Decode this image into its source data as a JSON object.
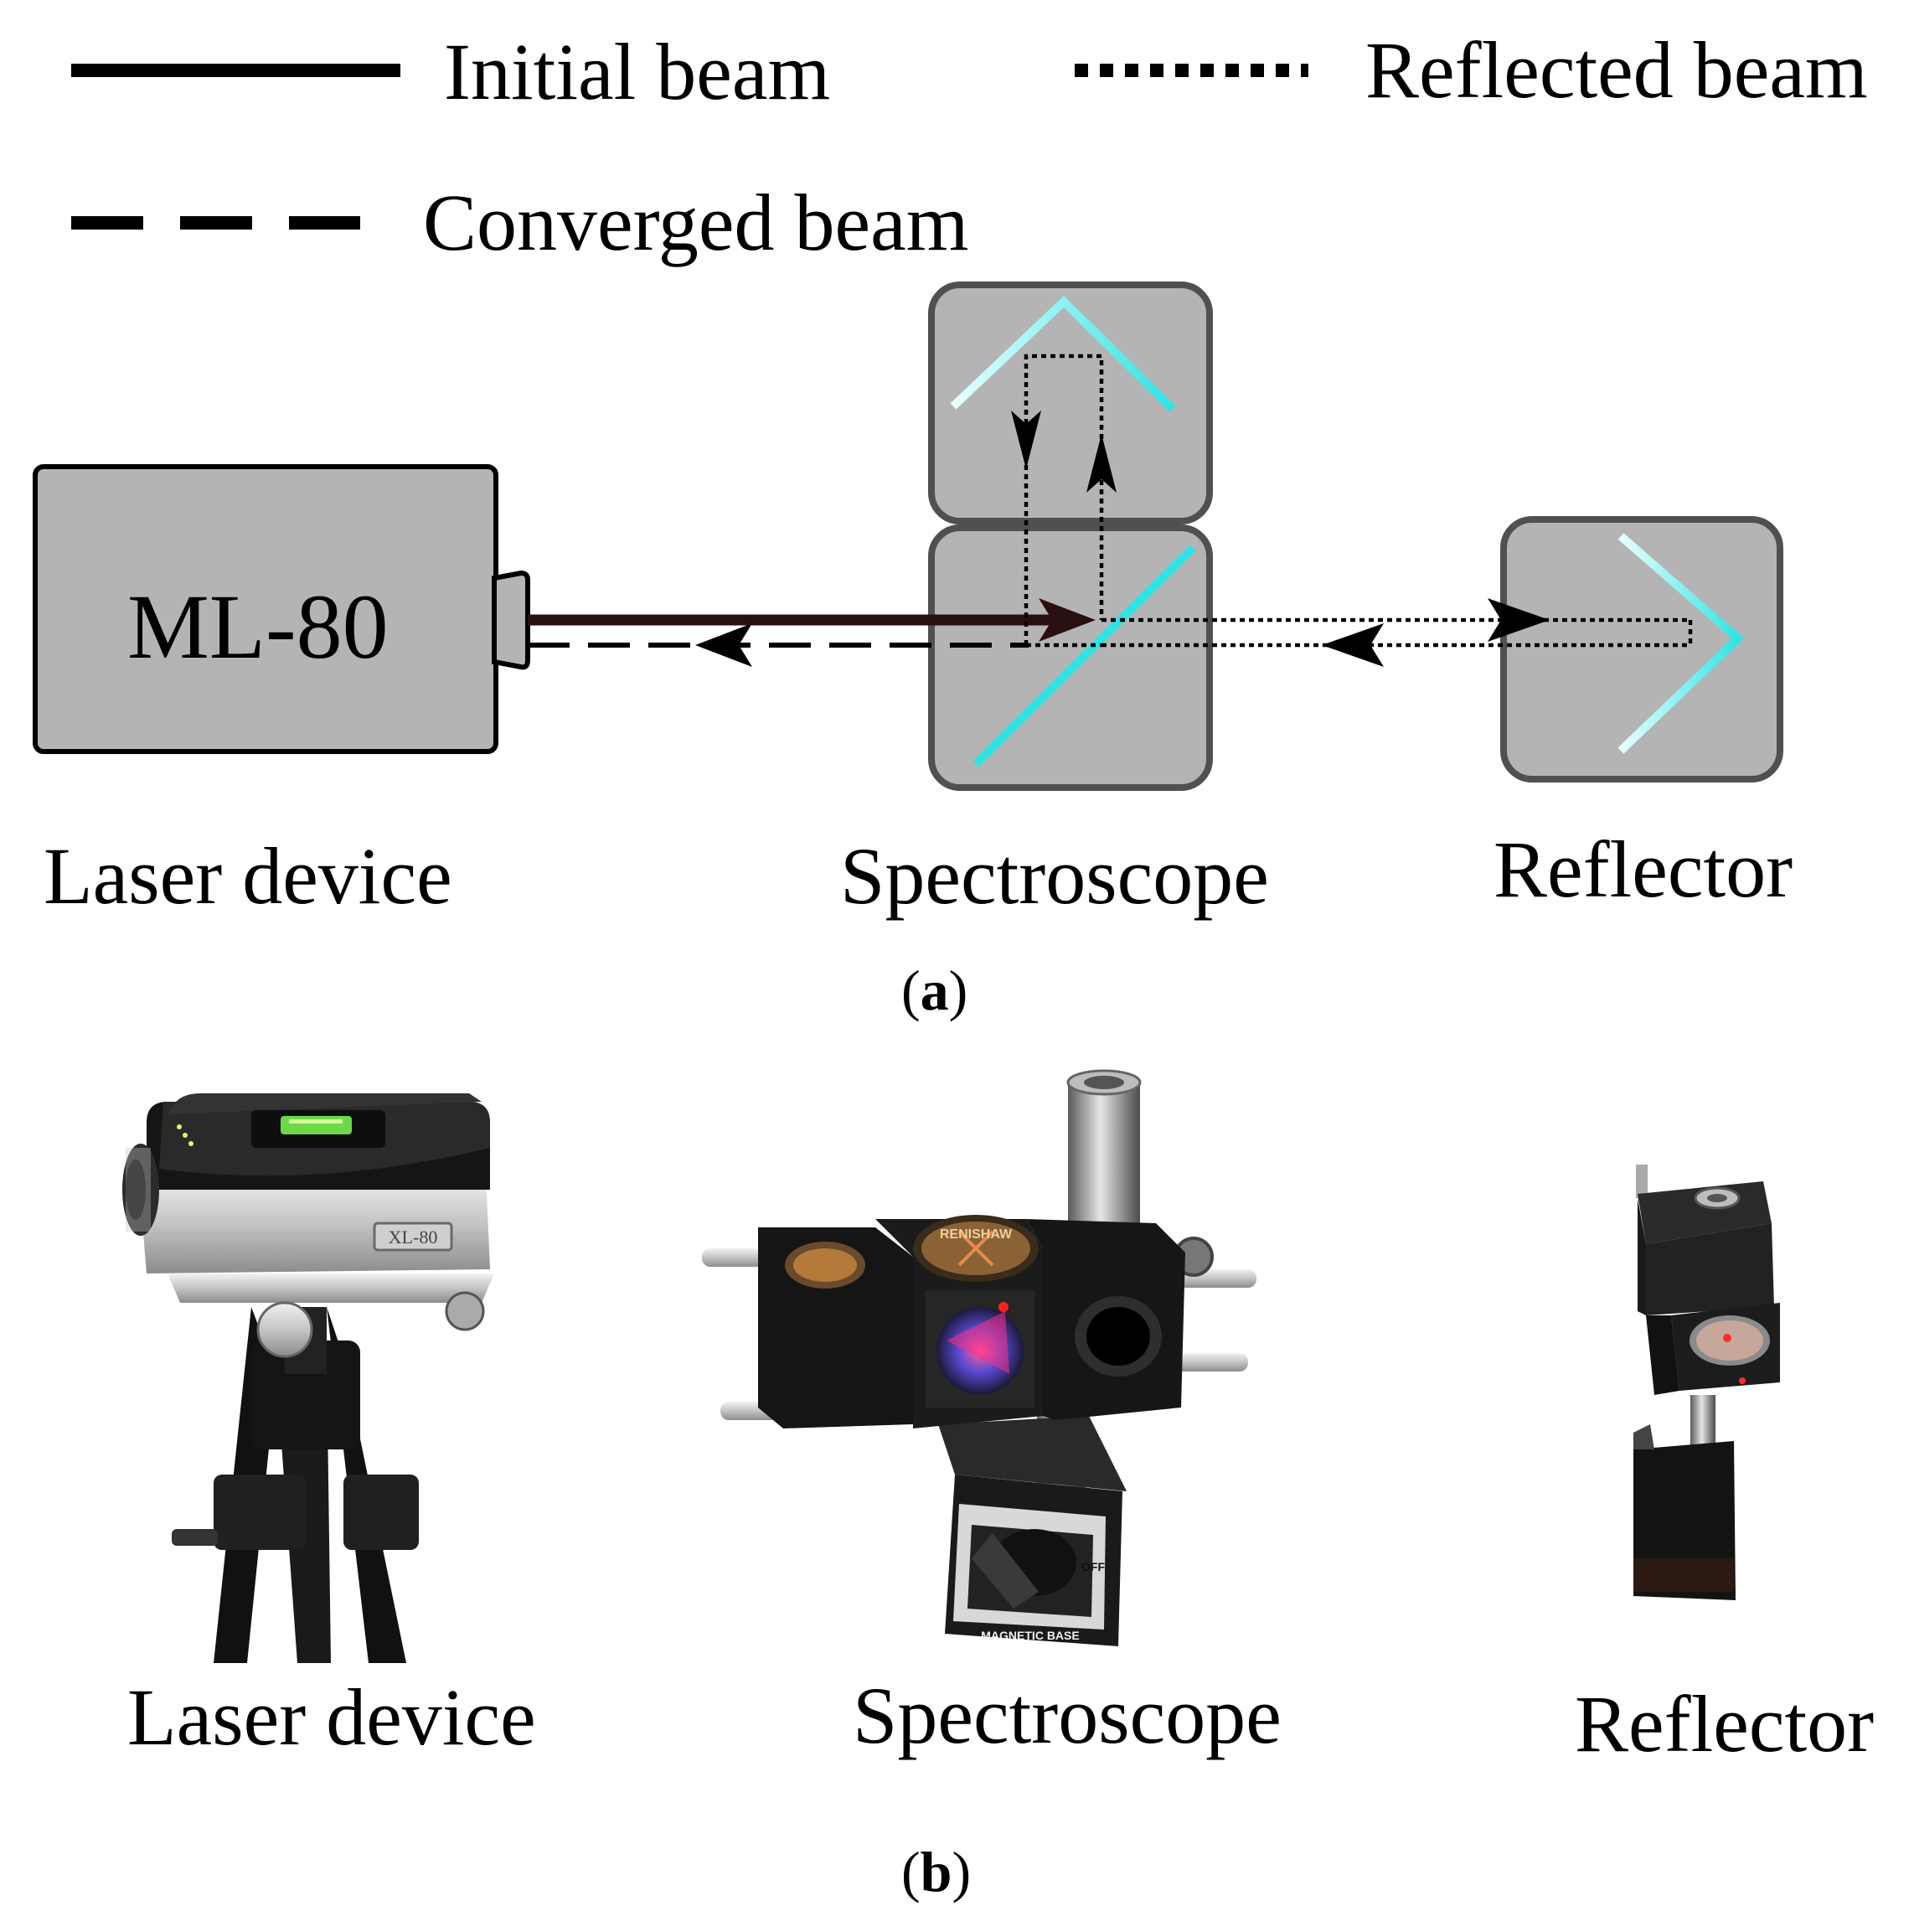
{
  "legend": {
    "initial_beam": "Initial beam",
    "reflected_beam": "Reflected beam",
    "converged_beam": "Converged beam"
  },
  "diagram": {
    "laser_device_model": "ML-80",
    "labels": {
      "laser_device": "Laser device",
      "spectroscope": "Spectroscope",
      "reflector": "Reflector"
    },
    "colors": {
      "component_fill": "#b4b4b4",
      "component_stroke": "#505050",
      "mirror": "#2fe4e4",
      "initial_beam": "#2a0f10",
      "lines": "#000000"
    }
  },
  "panel_a": {
    "open": "(",
    "letter": "a",
    "close": ")"
  },
  "photos": {
    "labels": {
      "laser_device": "Laser device",
      "spectroscope": "Spectroscope",
      "reflector": "Reflector"
    },
    "laser_plate_text": "XL-80",
    "spectroscope_brand_text": "RENISHAW",
    "magnet_text": "MAGNETIC BASE",
    "switch_text": "OFF"
  },
  "panel_b": {
    "open": "(",
    "letter": "b",
    "close": ")"
  }
}
